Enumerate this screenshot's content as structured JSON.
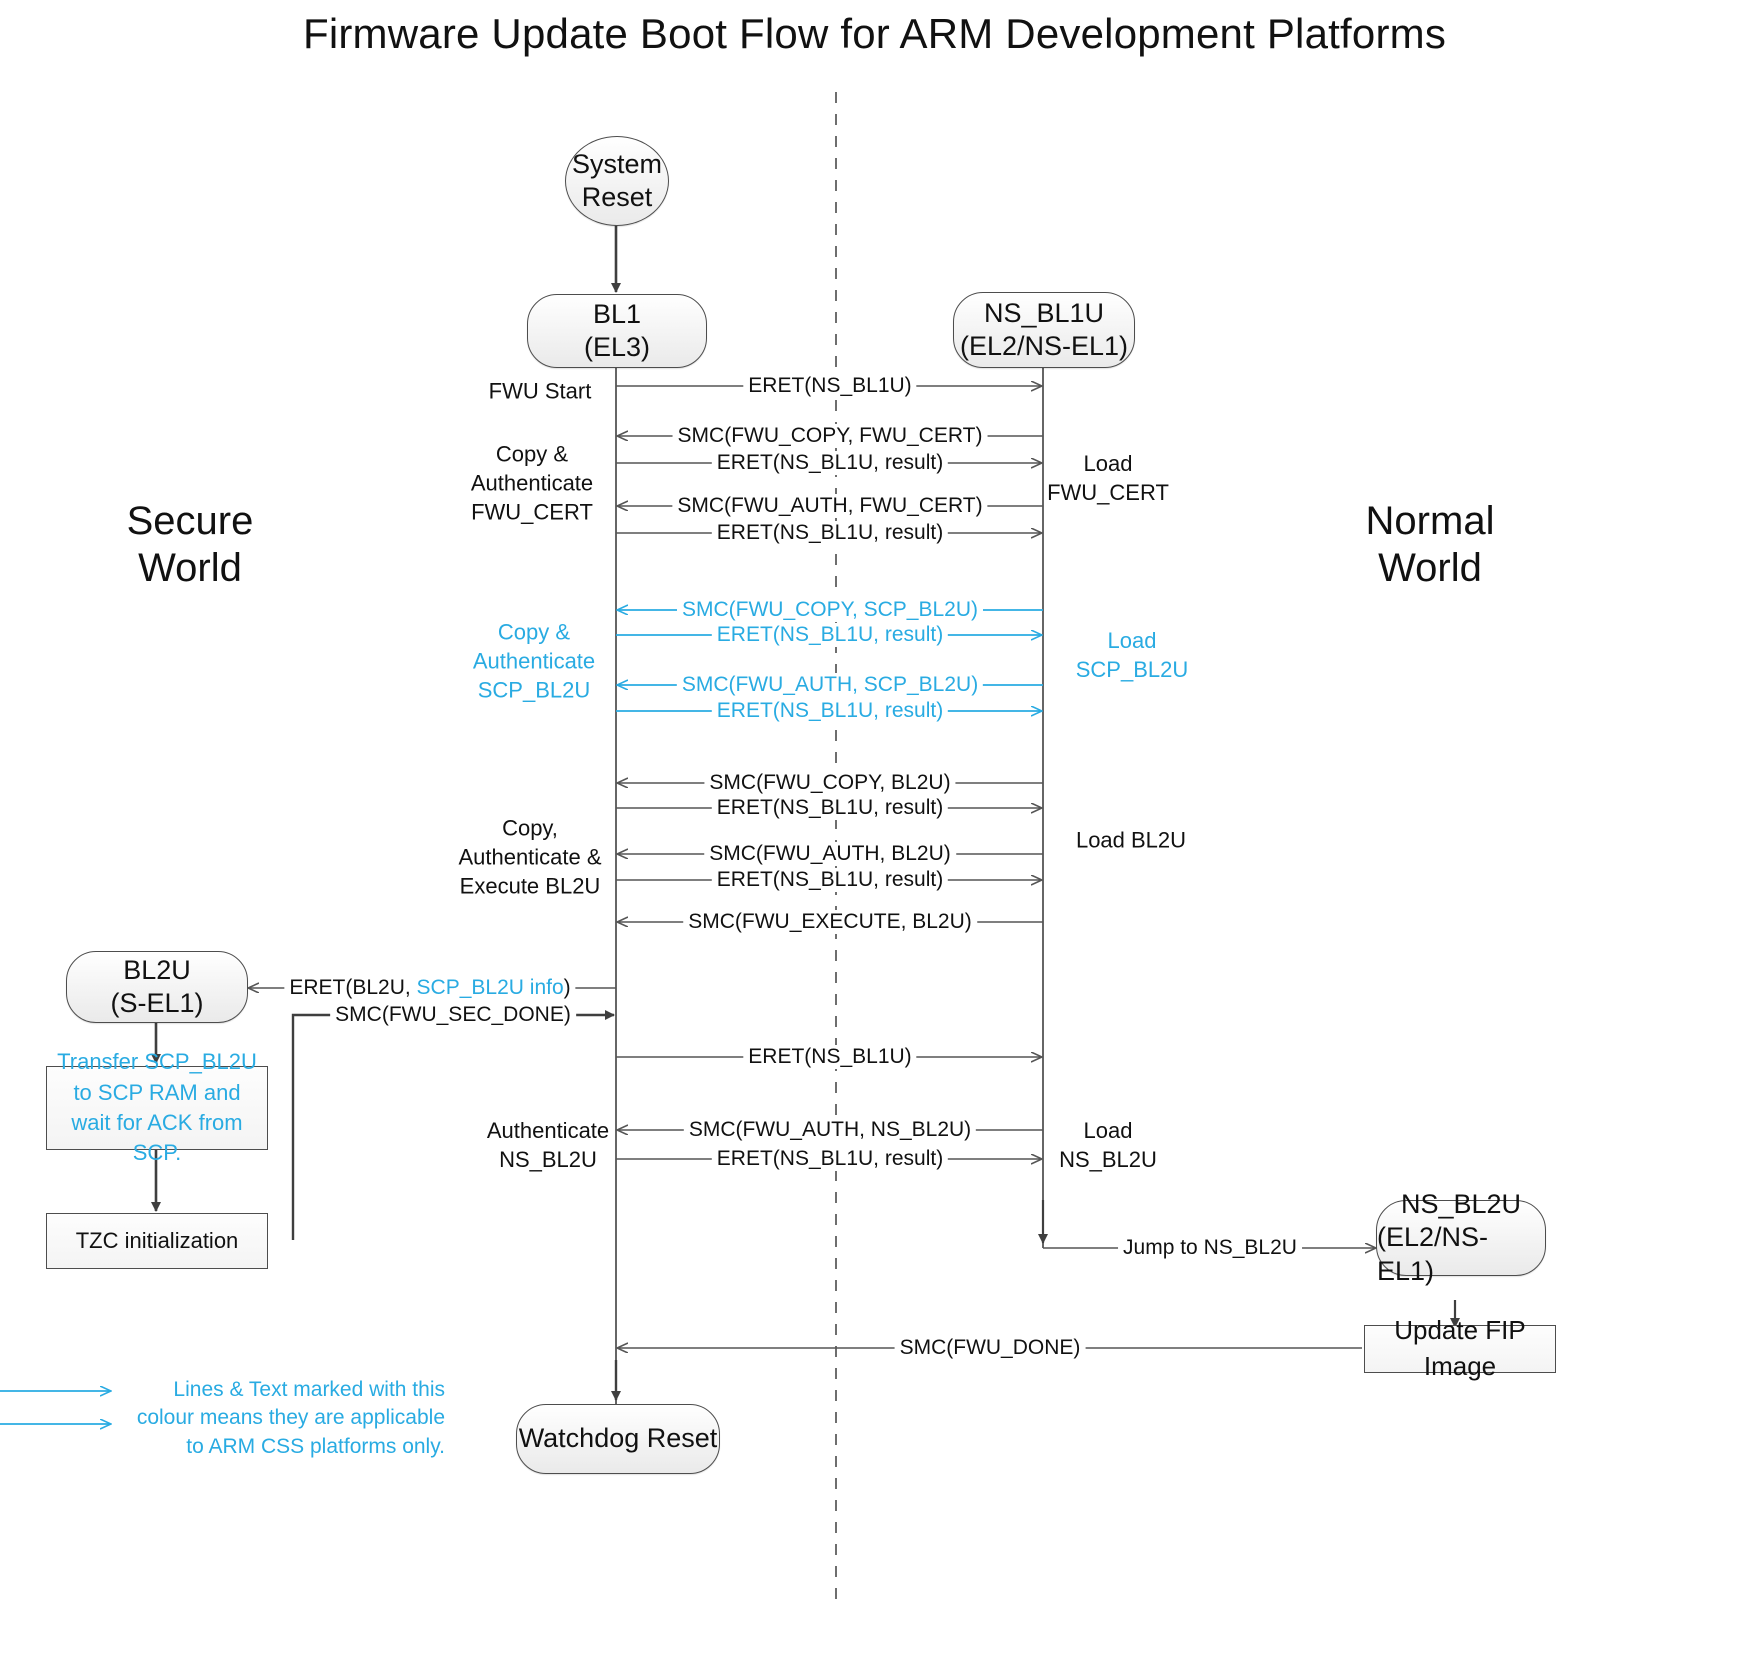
{
  "title": "Firmware Update Boot Flow for ARM Development Platforms",
  "colors": {
    "css_accent": "#29ABE2",
    "line": "#555555",
    "node_border": "#4d4d4d",
    "text": "#111111"
  },
  "worlds": {
    "secure": {
      "line1": "Secure",
      "line2": "World"
    },
    "normal": {
      "line1": "Normal",
      "line2": "World"
    }
  },
  "nodes": {
    "system_reset": {
      "line1": "System",
      "line2": "Reset"
    },
    "bl1": {
      "line1": "BL1",
      "line2": "(EL3)"
    },
    "ns_bl1u": {
      "line1": "NS_BL1U",
      "line2": "(EL2/NS-EL1)"
    },
    "bl2u": {
      "line1": "BL2U",
      "line2": "(S-EL1)"
    },
    "ns_bl2u": {
      "line1": "NS_BL2U",
      "line2": "(EL2/NS-EL1)"
    },
    "watchdog_reset": {
      "line1": "Watchdog Reset",
      "line2": ""
    },
    "transfer_scp": {
      "text": "Transfer SCP_BL2U to SCP RAM and wait for ACK from SCP."
    },
    "tzc_init": {
      "text": "TZC initialization"
    },
    "update_fip": {
      "text": "Update FIP Image"
    }
  },
  "messages": [
    {
      "id": "m1",
      "label": "ERET(NS_BL1U)",
      "dir": "right",
      "css": false
    },
    {
      "id": "m2",
      "label": "SMC(FWU_COPY, FWU_CERT)",
      "dir": "left",
      "css": false
    },
    {
      "id": "m3",
      "label": "ERET(NS_BL1U, result)",
      "dir": "right",
      "css": false
    },
    {
      "id": "m4",
      "label": "SMC(FWU_AUTH, FWU_CERT)",
      "dir": "left",
      "css": false
    },
    {
      "id": "m5",
      "label": "ERET(NS_BL1U, result)",
      "dir": "right",
      "css": false
    },
    {
      "id": "m6",
      "label": "SMC(FWU_COPY, SCP_BL2U)",
      "dir": "left",
      "css": true
    },
    {
      "id": "m7",
      "label": "ERET(NS_BL1U, result)",
      "dir": "right",
      "css": true
    },
    {
      "id": "m8",
      "label": "SMC(FWU_AUTH, SCP_BL2U)",
      "dir": "left",
      "css": true
    },
    {
      "id": "m9",
      "label": "ERET(NS_BL1U, result)",
      "dir": "right",
      "css": true
    },
    {
      "id": "m10",
      "label": "SMC(FWU_COPY, BL2U)",
      "dir": "left",
      "css": false
    },
    {
      "id": "m11",
      "label": "ERET(NS_BL1U, result)",
      "dir": "right",
      "css": false
    },
    {
      "id": "m12",
      "label": "SMC(FWU_AUTH, BL2U)",
      "dir": "left",
      "css": false
    },
    {
      "id": "m13",
      "label": "ERET(NS_BL1U, result)",
      "dir": "right",
      "css": false
    },
    {
      "id": "m14",
      "label": "SMC(FWU_EXECUTE, BL2U)",
      "dir": "left",
      "css": false
    },
    {
      "id": "m15",
      "label": "SMC(FWU_SEC_DONE)",
      "dir": "right",
      "css": false
    },
    {
      "id": "m16",
      "label": "ERET(NS_BL1U)",
      "dir": "right",
      "css": false
    },
    {
      "id": "m17",
      "label": "SMC(FWU_AUTH, NS_BL2U)",
      "dir": "left",
      "css": false
    },
    {
      "id": "m18",
      "label": "ERET(NS_BL1U, result)",
      "dir": "right",
      "css": false
    },
    {
      "id": "m19",
      "label": "Jump to NS_BL2U",
      "dir": "right",
      "css": false
    },
    {
      "id": "m20",
      "label": "SMC(FWU_DONE)",
      "dir": "left",
      "css": false
    }
  ],
  "eret_bl2u": {
    "prefix": "ERET(BL2U, ",
    "accent": "SCP_BL2U info",
    "suffix": ")"
  },
  "annotations": {
    "left": [
      {
        "id": "fwu_start",
        "text": "FWU Start",
        "css": false
      },
      {
        "id": "copy_auth_cert",
        "text": "Copy &\nAuthenticate\nFWU_CERT",
        "css": false
      },
      {
        "id": "copy_auth_scp",
        "text": "Copy &\nAuthenticate\nSCP_BL2U",
        "css": true
      },
      {
        "id": "copy_auth_bl2u",
        "text": "Copy,\nAuthenticate &\nExecute BL2U",
        "css": false
      },
      {
        "id": "auth_ns_bl2u",
        "text": "Authenticate\nNS_BL2U",
        "css": false
      }
    ],
    "right": [
      {
        "id": "load_fwu_cert",
        "text": "Load\nFWU_CERT",
        "css": false
      },
      {
        "id": "load_scp_bl2u",
        "text": "Load\nSCP_BL2U",
        "css": true
      },
      {
        "id": "load_bl2u",
        "text": "Load BL2U",
        "css": false
      },
      {
        "id": "load_ns_bl2u",
        "text": "Load\nNS_BL2U",
        "css": false
      }
    ]
  },
  "legend": {
    "text": "Lines & Text marked with this colour means they are applicable to ARM CSS platforms only."
  }
}
